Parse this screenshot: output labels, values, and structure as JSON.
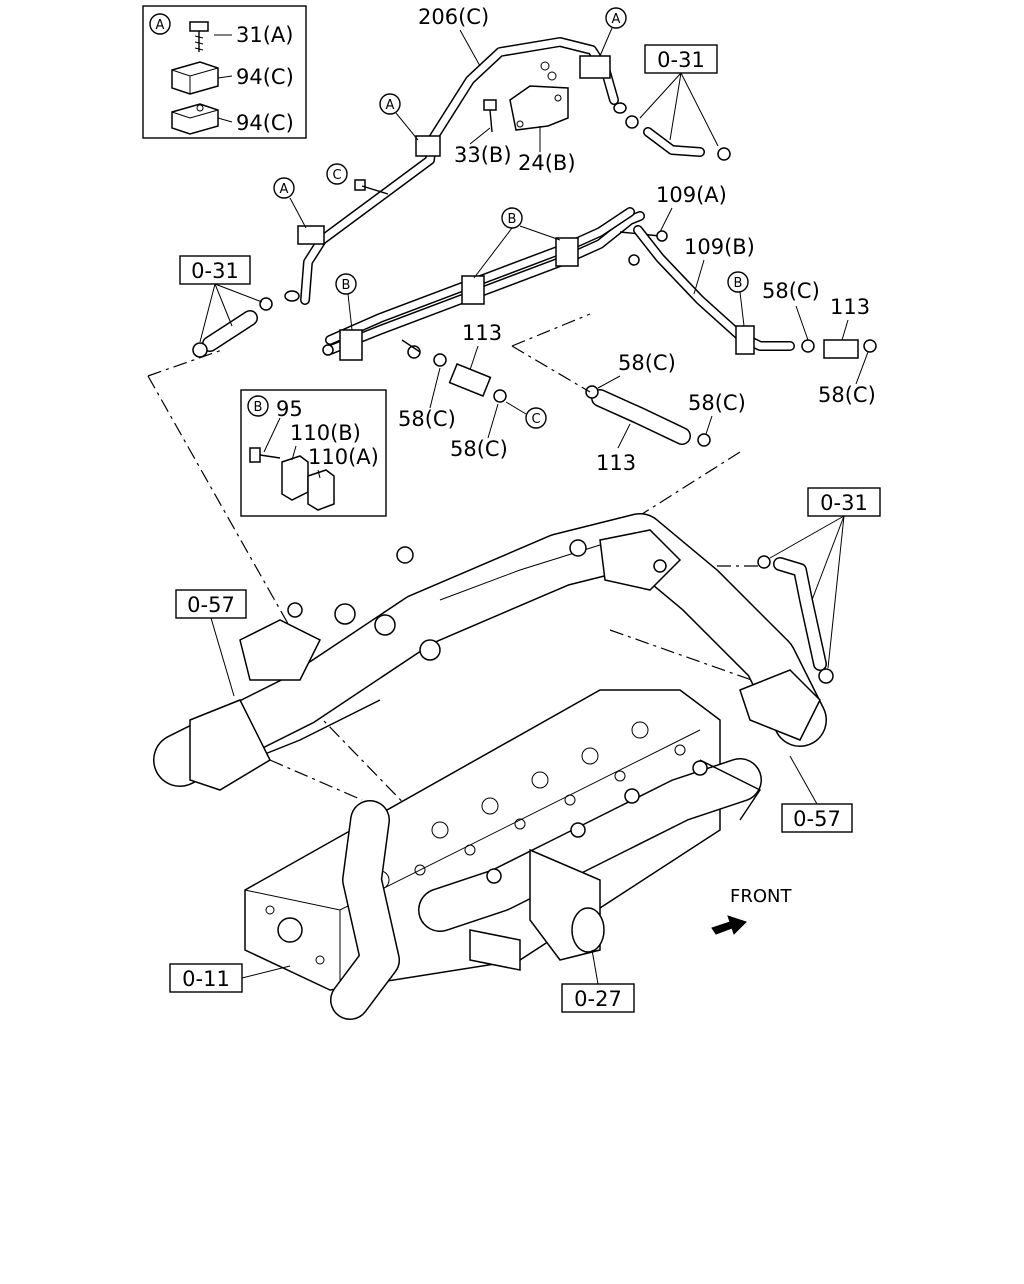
{
  "refs": {
    "r_0_31": "0-31",
    "r_0_57": "0-57",
    "r_0_11": "0-11",
    "r_0_27": "0-27"
  },
  "parts": {
    "p206c": "206(C)",
    "p31a": "31(A)",
    "p94c": "94(C)",
    "p33b": "33(B)",
    "p24b": "24(B)",
    "p109a": "109(A)",
    "p109b": "109(B)",
    "p58c": "58(C)",
    "p113": "113",
    "p95": "95",
    "p110b": "110(B)",
    "p110a": "110(A)"
  },
  "markers": {
    "a": "A",
    "b": "B",
    "c": "C"
  },
  "front_label": "FRONT"
}
